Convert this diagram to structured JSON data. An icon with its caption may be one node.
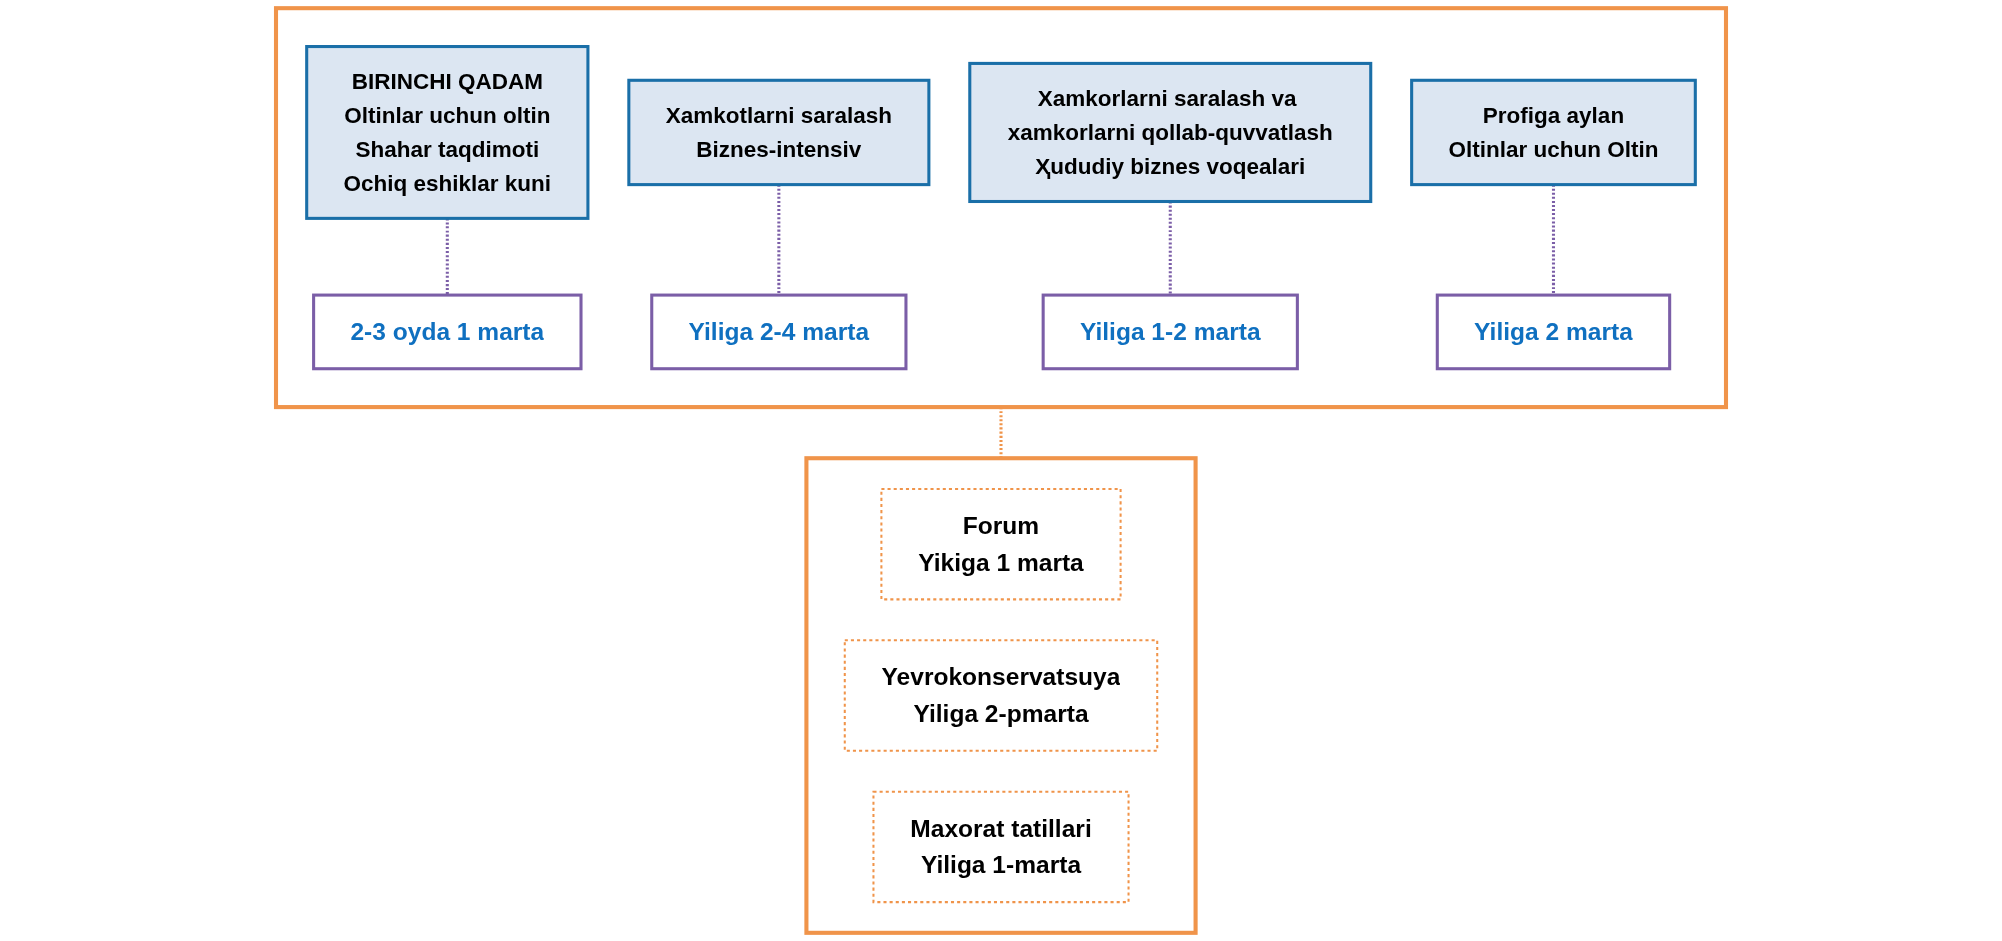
{
  "diagram": {
    "nodes": [
      {
        "text": [],
        "shape": "box"
      },
      {
        "text": [
          "BIRINCHI QADAM",
          "Oltinlar uchun oltin",
          "Shahar taqdimoti",
          "Ochiq eshiklar kuni"
        ],
        "in": 0
      },
      {
        "text": [
          "2-3 oyda 1 marta"
        ],
        "in": 0
      },
      {
        "text": [
          "Xamkotlarni saralash",
          "Biznes-intensiv"
        ],
        "in": 0
      },
      {
        "text": [
          "Yiliga 2-4 marta"
        ],
        "in": 0
      },
      {
        "text": [
          "Xamkorlarni saralash va xamkorlarni qollab-quvvatlash",
          "Ҳududiy biznes voqealari"
        ],
        "in": 0
      },
      {
        "text": [
          "Yiliga 1-2 marta"
        ],
        "in": 0
      },
      {
        "text": [
          "Profiga aylan",
          "Oltinlar uchun Oltin"
        ],
        "in": 0
      },
      {
        "text": [
          "Yiliga 2 marta"
        ],
        "in": 0
      },
      {
        "text": [],
        "shape": "box"
      },
      {
        "text": [
          "Forum",
          "Yikiga 1 marta"
        ],
        "in": 9
      },
      {
        "text": [
          "Yevrokonservatsuya",
          "Yiliga 2-pmarta"
        ],
        "in": 9
      },
      {
        "text": [
          "Maxorat tatillari",
          "Yiliga 1-marta"
        ],
        "in": 9
      }
    ],
    "edges": [
      {
        "from": 1,
        "to": 2,
        "arrow": "none",
        "style": "dashed",
        "color": "#7b5ea7"
      },
      {
        "from": 3,
        "to": 4,
        "arrow": "none",
        "style": "dashed",
        "color": "#7b5ea7"
      },
      {
        "from": 5,
        "to": 6,
        "arrow": "none",
        "style": "dashed",
        "color": "#7b5ea7"
      },
      {
        "from": 7,
        "to": 8,
        "arrow": "none",
        "style": "dashed",
        "color": "#7b5ea7"
      },
      {
        "from": 0,
        "to": 9,
        "arrow": "none",
        "style": "dashed",
        "color": "#f0944a"
      }
    ]
  }
}
